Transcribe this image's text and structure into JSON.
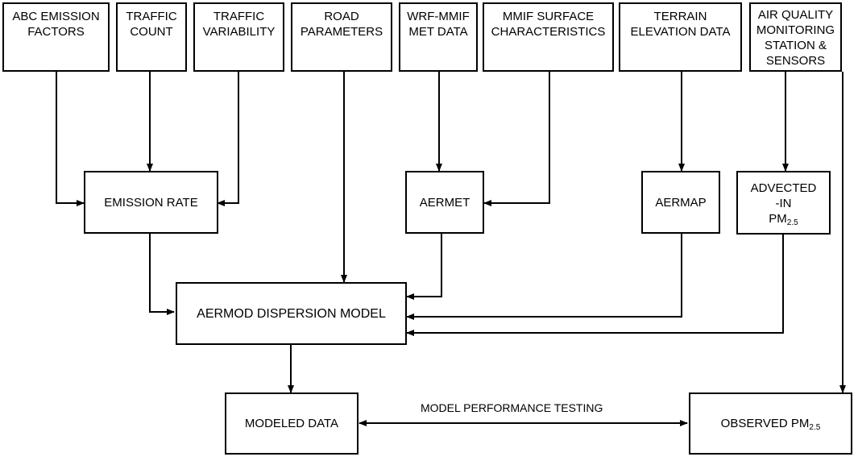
{
  "nodes": {
    "abc_emission_factors": "ABC EMISSION\nFACTORS",
    "traffic_count": "TRAFFIC\nCOUNT",
    "traffic_variability": "TRAFFIC\nVARIABILITY",
    "road_parameters": "ROAD\nPARAMETERS",
    "wrf_mmif": "WRF-MMIF\nMET DATA",
    "mmif_surface": "MMIF SURFACE\nCHARACTERISTICS",
    "terrain_elevation": "TERRAIN\nELEVATION DATA",
    "aq_monitoring": "AIR QUALITY\nMONITORING\nSTATION &\nSENSORS",
    "emission_rate": "EMISSION RATE",
    "aermet": "AERMET",
    "aermap": "AERMAP",
    "advected_in": "ADVECTED\n-IN",
    "advected_pm": "PM",
    "advected_pm_sub": "2.5",
    "aermod": "AERMOD DISPERSION MODEL",
    "modeled_data": "MODELED DATA",
    "observed_pm": "OBSERVED PM",
    "observed_pm_sub": "2.5"
  },
  "edge_labels": {
    "model_performance": "MODEL PERFORMANCE TESTING"
  }
}
